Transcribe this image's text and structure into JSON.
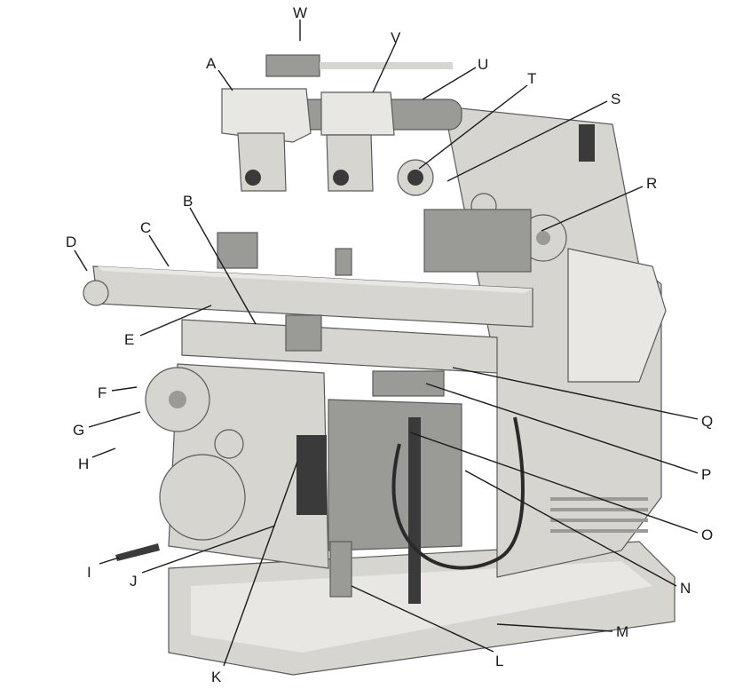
{
  "diagram": {
    "subject_icon": "milling-machine-illustration",
    "colors": {
      "ink": "#1a1a1a",
      "metal_light": "#d6d5d0",
      "metal_mid": "#9a9a96",
      "metal_dark": "#3a3a3a"
    },
    "labels": [
      "A",
      "B",
      "C",
      "D",
      "E",
      "F",
      "G",
      "H",
      "I",
      "J",
      "K",
      "L",
      "M",
      "N",
      "O",
      "P",
      "Q",
      "R",
      "S",
      "T",
      "U",
      "V",
      "W"
    ]
  }
}
